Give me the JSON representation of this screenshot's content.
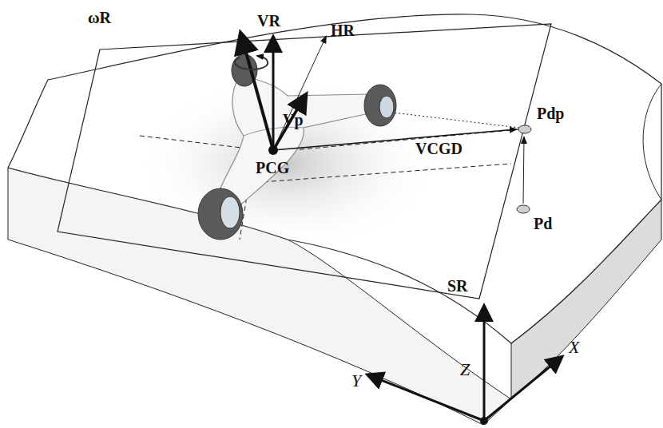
{
  "diagram": {
    "labels": [
      "ωR",
      "VR",
      "HR",
      "Vp",
      "PCG",
      "VCGD",
      "Pdp",
      "Pd",
      "SR",
      "Y",
      "Z",
      "X"
    ]
  }
}
